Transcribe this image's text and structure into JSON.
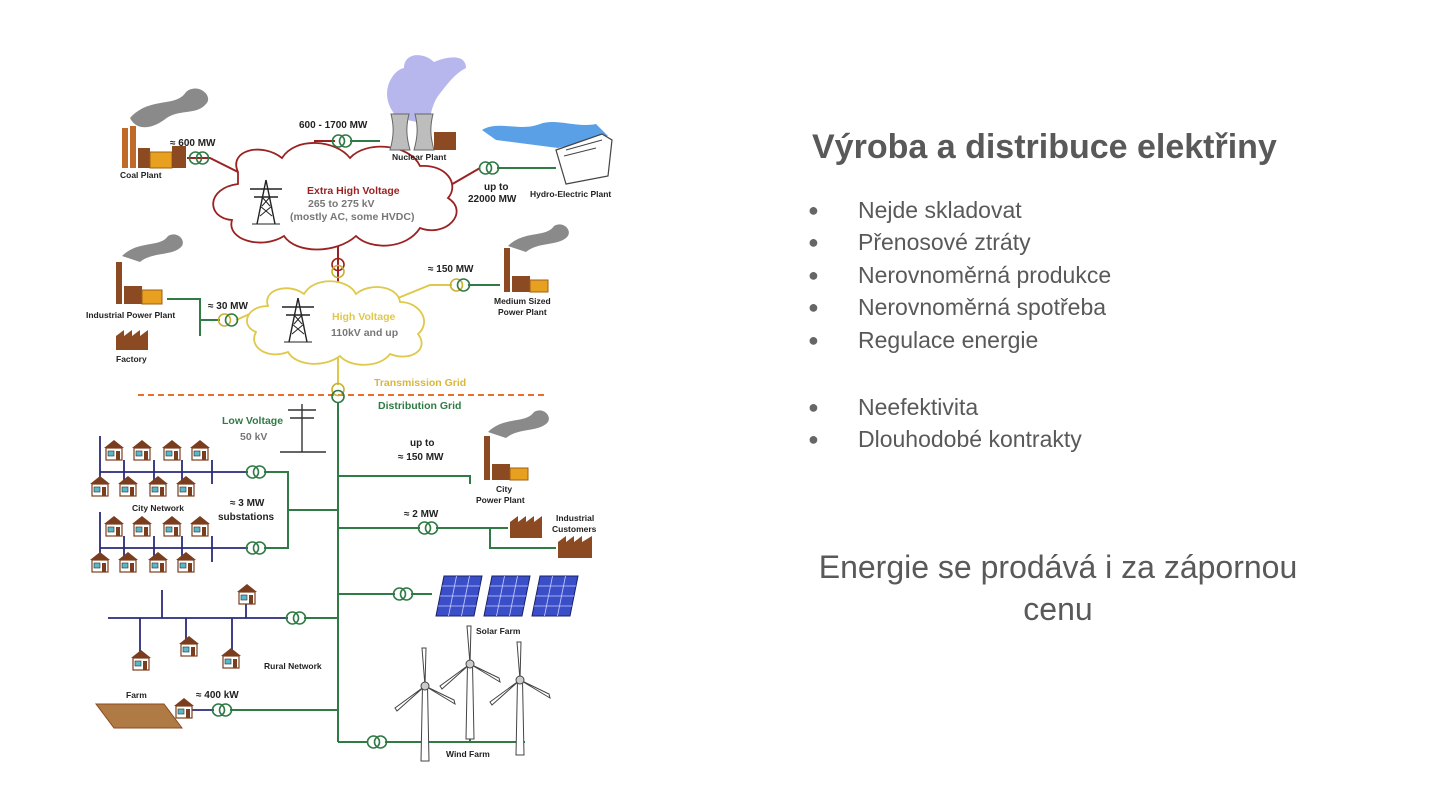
{
  "diagram": {
    "labels": {
      "coal_plant": "Coal Plant",
      "coal_power": "≈ 600  MW",
      "nuclear_power": "600 - 1700  MW",
      "nuclear_plant": "Nuclear Plant",
      "hydro_power_1": "up to",
      "hydro_power_2": "22000  MW",
      "hydro_plant": "Hydro-Electric Plant",
      "ehv_title": "Extra High Voltage",
      "ehv_range": "265 to 275 kV",
      "ehv_note": "(mostly AC, some HVDC)",
      "industrial_power_plant": "Industrial Power Plant",
      "industrial_power": "≈ 30 MW",
      "factory": "Factory",
      "medium_power": "≈ 150  MW",
      "medium_plant_1": "Medium Sized",
      "medium_plant_2": "Power Plant",
      "hv_title": "High Voltage",
      "hv_range": "110kV and up",
      "transmission_grid": "Transmission Grid",
      "distribution_grid": "Distribution Grid",
      "lv_title": "Low Voltage",
      "lv_range": "50 kV",
      "city_power_1": "up to",
      "city_power_2": "≈ 150  MW",
      "city_plant_1": "City",
      "city_plant_2": "Power Plant",
      "city_network": "City Network",
      "substation_power": "≈ 3  MW",
      "substations": "substations",
      "industrial_customers_power": "≈ 2  MW",
      "industrial_customers_1": "Industrial",
      "industrial_customers_2": "Customers",
      "solar_farm": "Solar Farm",
      "rural_network": "Rural Network",
      "farm": "Farm",
      "farm_power": "≈ 400 kW",
      "wind_farm": "Wind Farm"
    },
    "colors": {
      "ehv": "#9a2222",
      "hv": "#e0c84a",
      "distribution": "#2f7a45",
      "divider": "#e8702a",
      "network": "#2a2a7a",
      "building": "#8b4a22",
      "smoke": "#8a8a8a",
      "steam": "#b7b7ee",
      "water": "#5aa0e6",
      "solar": "#3a4ec8"
    }
  },
  "slide": {
    "title": "Výroba a distribuce elektřiny",
    "bullets_group_1": [
      "Nejde skladovat",
      "Přenosové ztráty",
      "Nerovnoměrná produkce",
      "Nerovnoměrná spotřeba",
      "Regulace energie"
    ],
    "bullets_group_2": [
      "Neefektivita",
      "Dlouhodobé kontrakty"
    ],
    "bullet_symbol": "●",
    "closing_note": "Energie se prodává i za zápornou cenu"
  }
}
